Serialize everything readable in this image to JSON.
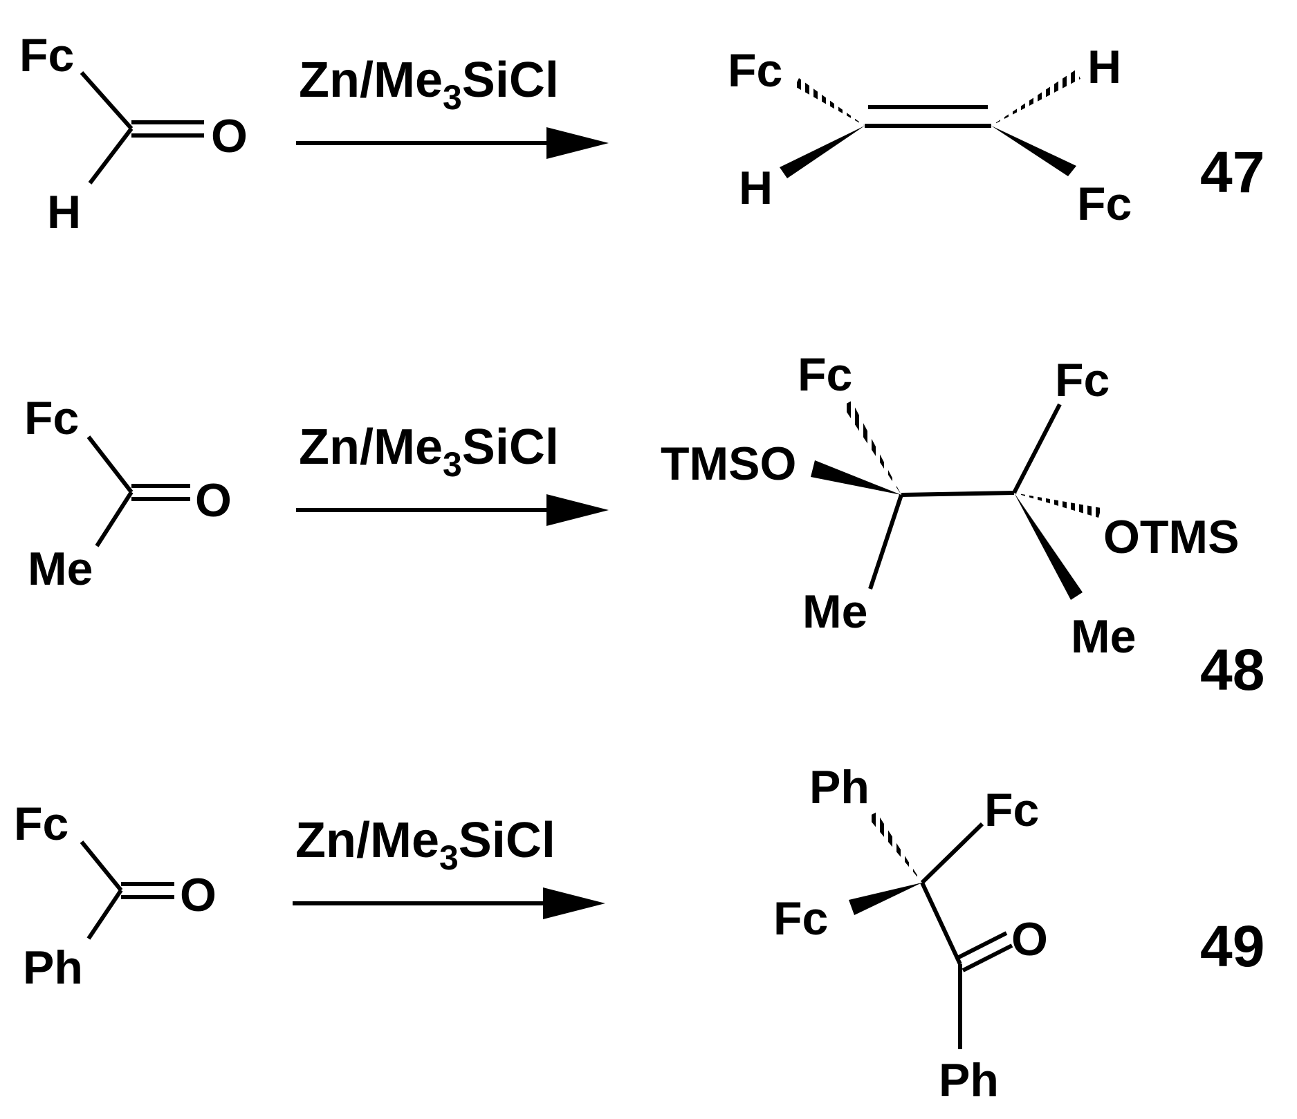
{
  "reactions": [
    {
      "reagent": {
        "main": "Zn/Me",
        "subscript": "3",
        "rest": "SiCl"
      },
      "reactant": {
        "top": "Fc",
        "right": "O",
        "bottom": "H"
      },
      "product": {
        "fc1": "Fc",
        "h1": "H",
        "h2": "H",
        "fc2": "Fc"
      },
      "compound": "47"
    },
    {
      "reagent": {
        "main": "Zn/Me",
        "subscript": "3",
        "rest": "SiCl"
      },
      "reactant": {
        "top": "Fc",
        "right": "O",
        "bottom": "Me"
      },
      "product": {
        "fc1": "Fc",
        "tmso": "TMSO",
        "me1": "Me",
        "fc2": "Fc",
        "otms": "OTMS",
        "me2": "Me"
      },
      "compound": "48"
    },
    {
      "reagent": {
        "main": "Zn/Me",
        "subscript": "3",
        "rest": "SiCl"
      },
      "reactant": {
        "top": "Fc",
        "right": "O",
        "bottom": "Ph"
      },
      "product": {
        "ph1": "Ph",
        "fc1": "Fc",
        "fc2": "Fc",
        "o": "O",
        "ph2": "Ph"
      },
      "compound": "49"
    }
  ],
  "colors": {
    "ink": "#000000",
    "background": "#ffffff"
  }
}
